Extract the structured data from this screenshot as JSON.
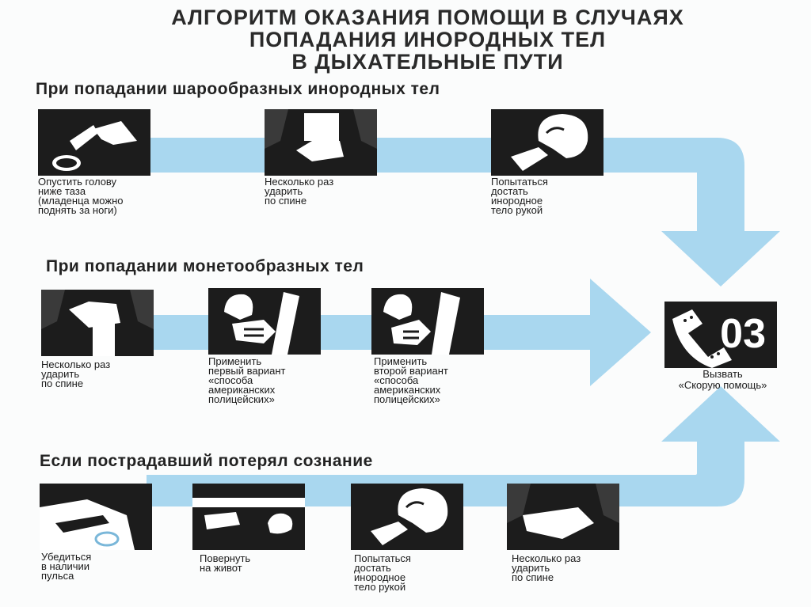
{
  "title": {
    "line1": "АЛГОРИТМ ОКАЗАНИЯ ПОМОЩИ В СЛУЧАЯХ",
    "line2": "ПОПАДАНИЯ ИНОРОДНЫХ ТЕЛ",
    "line3": "В ДЫХАТЕЛЬНЫЕ ПУТИ"
  },
  "sections": [
    {
      "heading": "При попадании шарообразных инородных тел",
      "steps": [
        {
          "caption": "Опустить голову\nниже таза\n(младенца можно\nподнять за ноги)",
          "icon": "head-down-icon"
        },
        {
          "caption": "Несколько раз\nударить\nпо спине",
          "icon": "back-blow-icon"
        },
        {
          "caption": "Попытаться\nдостать\nинородное\nтело  рукой",
          "icon": "finger-sweep-icon"
        }
      ]
    },
    {
      "heading": "При попадании монетообразных тел",
      "steps": [
        {
          "caption": "Несколько раз\nударить\nпо спине",
          "icon": "back-blow-icon"
        },
        {
          "caption": "Применить\nпервый вариант\n«способа\nамериканских\nполицейских»",
          "icon": "abdominal-thrust-icon"
        },
        {
          "caption": "Применить\nвторой вариант\n«способа\nамериканских\nполицейских»",
          "icon": "chest-thrust-icon"
        }
      ]
    },
    {
      "heading": "Если пострадавший потерял сознание",
      "steps": [
        {
          "caption": "Убедиться\nв наличии\nпульса",
          "icon": "pulse-check-icon"
        },
        {
          "caption": "Повернуть\nна живот",
          "icon": "turn-over-icon"
        },
        {
          "caption": "Попытаться\nдостать\nинородное\nтело  рукой",
          "icon": "finger-sweep-icon"
        },
        {
          "caption": "Несколько раз\nударить\nпо спине",
          "icon": "back-blow-icon"
        }
      ]
    }
  ],
  "final_step": {
    "number": "03",
    "caption": "Вызвать\n«Скорую помощь»",
    "icon": "phone-icon"
  },
  "colors": {
    "arrow": "#a9d7ef",
    "card": "#1c1c1c"
  }
}
